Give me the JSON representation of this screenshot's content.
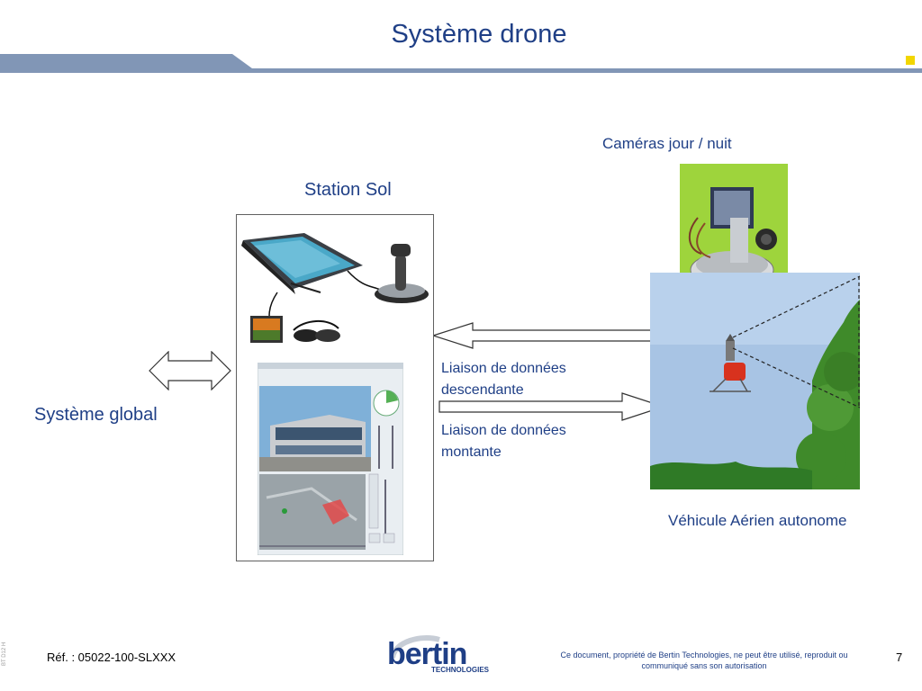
{
  "slide": {
    "title": "Système drone"
  },
  "labels": {
    "cameras": "Caméras jour / nuit",
    "station": "Station Sol",
    "global": "Système global",
    "downlink": "Liaison de données descendante",
    "uplink": "Liaison de données montante",
    "vehicle": "Véhicule Aérien autonome"
  },
  "footer": {
    "ref": "Réf. : 05022-100-SLXXX",
    "copyright": "Ce document, propriété de Bertin Technologies, ne peut être utilisé, reproduit ou communiqué sans son autorisation",
    "page": "7",
    "side_code": "BT D12 H",
    "logo": "bertin",
    "logo_sub": "TECHNOLOGIES"
  },
  "colors": {
    "title": "#1f3f86",
    "band": "#8196b6",
    "accent_square": "#f2d600",
    "sky": "#a8c4e4",
    "tree_green": "#3f8a2a",
    "camera_bg": "#9ed43c"
  }
}
